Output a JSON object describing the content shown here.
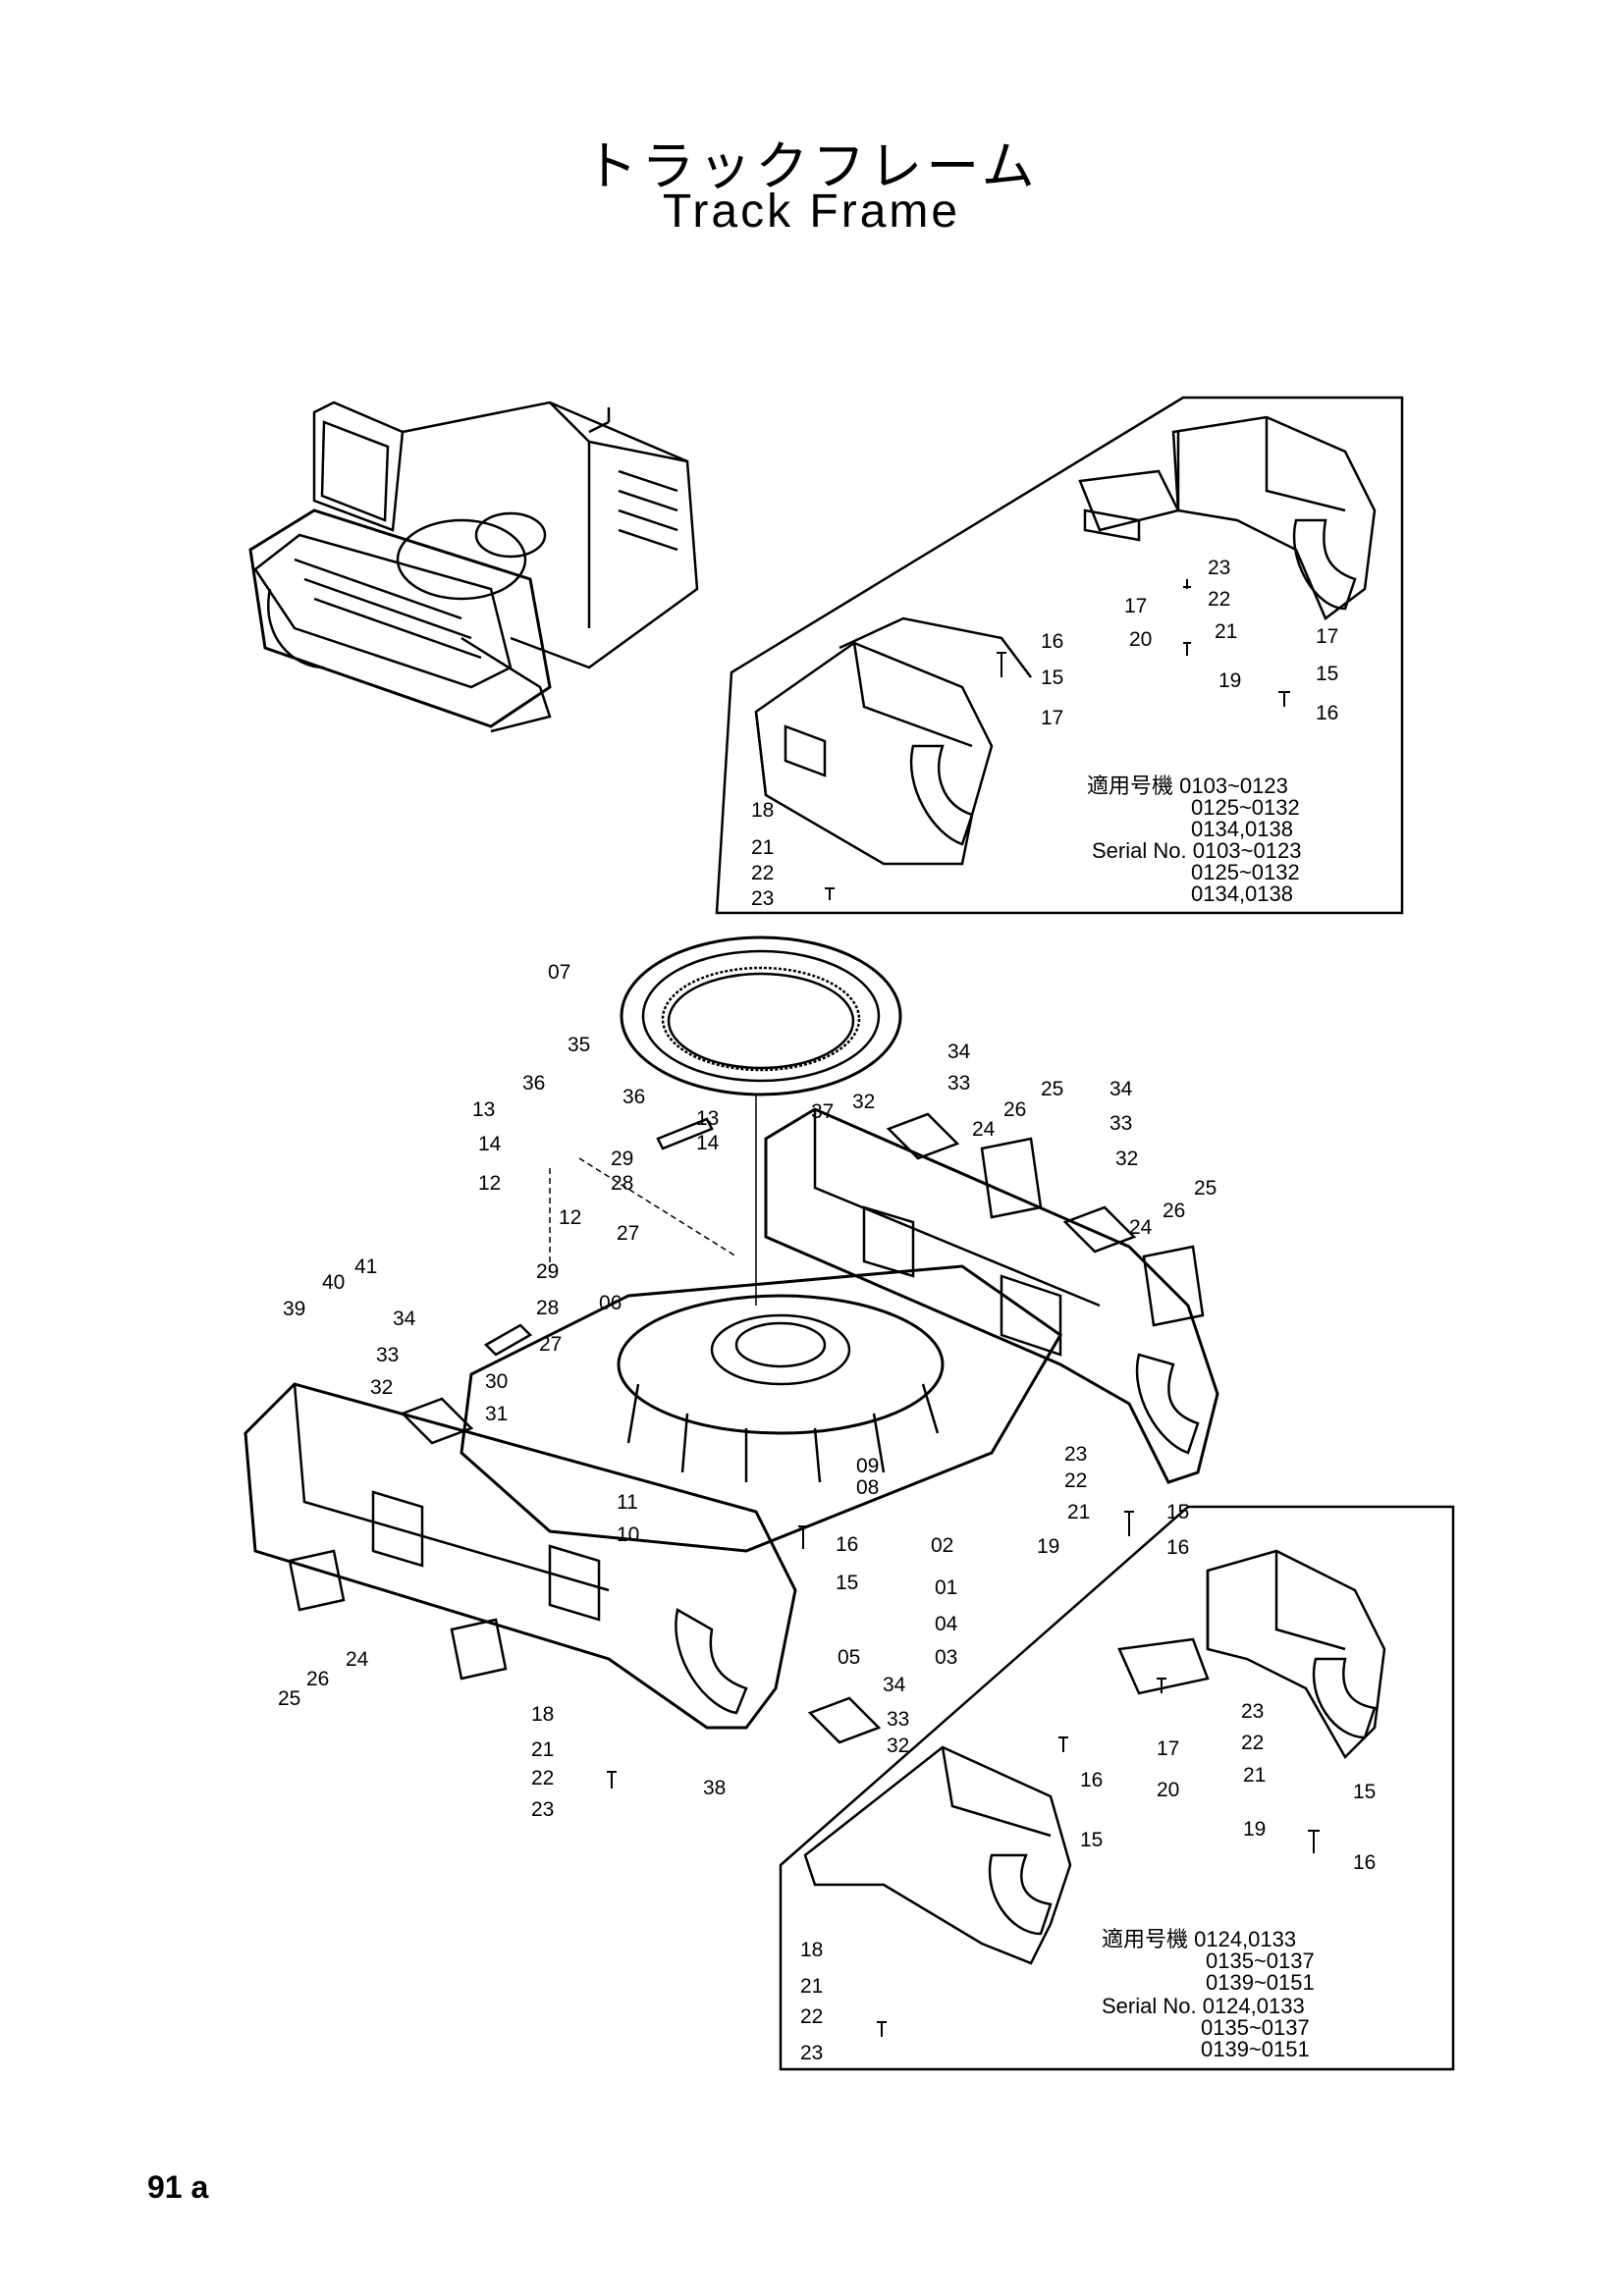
{
  "title_jp": "トラックフレーム",
  "title_en": "Track Frame",
  "page_number": "91 a",
  "inset_top": {
    "label_lines": [
      "適用号機 0103~0123",
      "0125~0132",
      "0134,0138"
    ],
    "serial_lines": [
      "Serial No. 0103~0123",
      "0125~0132",
      "0134,0138"
    ]
  },
  "inset_bottom": {
    "label_lines": [
      "適用号機 0124,0133",
      "0135~0137",
      "0139~0151"
    ],
    "serial_lines": [
      "Serial No. 0124,0133",
      "0135~0137",
      "0139~0151"
    ]
  },
  "callouts_main": [
    "07",
    "35",
    "36",
    "36",
    "13",
    "14",
    "12",
    "12",
    "13",
    "14",
    "29",
    "28",
    "27",
    "37",
    "34",
    "33",
    "32",
    "26",
    "25",
    "24",
    "34",
    "33",
    "32",
    "26",
    "25",
    "24",
    "41",
    "40",
    "39",
    "34",
    "33",
    "32",
    "29",
    "28",
    "27",
    "06",
    "30",
    "31",
    "09",
    "08",
    "11",
    "10",
    "23",
    "22",
    "21",
    "19",
    "15",
    "16",
    "02",
    "16",
    "15",
    "01",
    "04",
    "03",
    "05",
    "34",
    "33",
    "32",
    "24",
    "26",
    "25",
    "18",
    "21",
    "22",
    "23",
    "38"
  ],
  "callouts_top_inset": [
    "23",
    "22",
    "21",
    "19",
    "17",
    "20",
    "17",
    "15",
    "16",
    "16",
    "15",
    "17",
    "18",
    "21",
    "22",
    "23"
  ],
  "callouts_bottom_inset": [
    "23",
    "22",
    "21",
    "19",
    "17",
    "20",
    "16",
    "15",
    "15",
    "16",
    "18",
    "21",
    "22",
    "23"
  ],
  "colors": {
    "ink": "#000000",
    "paper": "#ffffff"
  }
}
